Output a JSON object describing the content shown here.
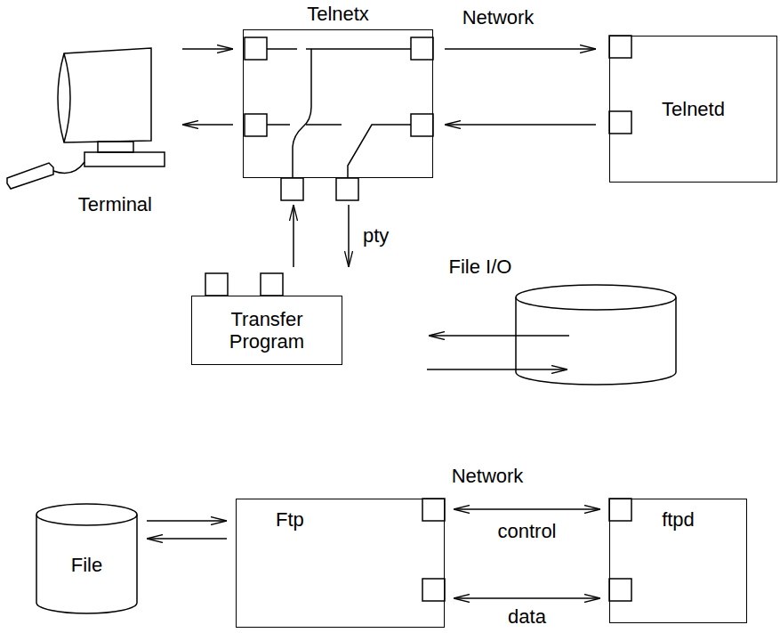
{
  "diagram": {
    "nodes": [
      {
        "text": [
          "Terminal"
        ]
      },
      {
        "text": [
          "Telnetx"
        ]
      },
      {
        "text": [
          "Telnetd"
        ]
      },
      {
        "text": [
          "Transfer Program"
        ]
      },
      {
        "text": [
          "File"
        ]
      },
      {
        "text": [
          "Ftp"
        ]
      },
      {
        "text": [
          "ftpd"
        ]
      }
    ],
    "edges": [
      {
        "from": 0,
        "to": 1,
        "arrow": "to"
      },
      {
        "from": 1,
        "to": 0,
        "arrow": "to"
      },
      {
        "from": 1,
        "to": 2,
        "arrow": "to"
      },
      {
        "from": 2,
        "to": 1,
        "arrow": "to"
      },
      {
        "from": 1,
        "to": 3,
        "label": "pty",
        "arrow": "to"
      },
      {
        "from": 3,
        "to": 1,
        "arrow": "to"
      },
      {
        "from": 4,
        "to": 5,
        "arrow": "to"
      },
      {
        "from": 5,
        "to": 4,
        "arrow": "to"
      },
      {
        "from": 5,
        "to": 6,
        "label": "control",
        "arrow": "both"
      },
      {
        "from": 5,
        "to": 6,
        "label": "data",
        "arrow": "both"
      }
    ],
    "labels": [
      "Network",
      "File I/O",
      "Network"
    ]
  }
}
